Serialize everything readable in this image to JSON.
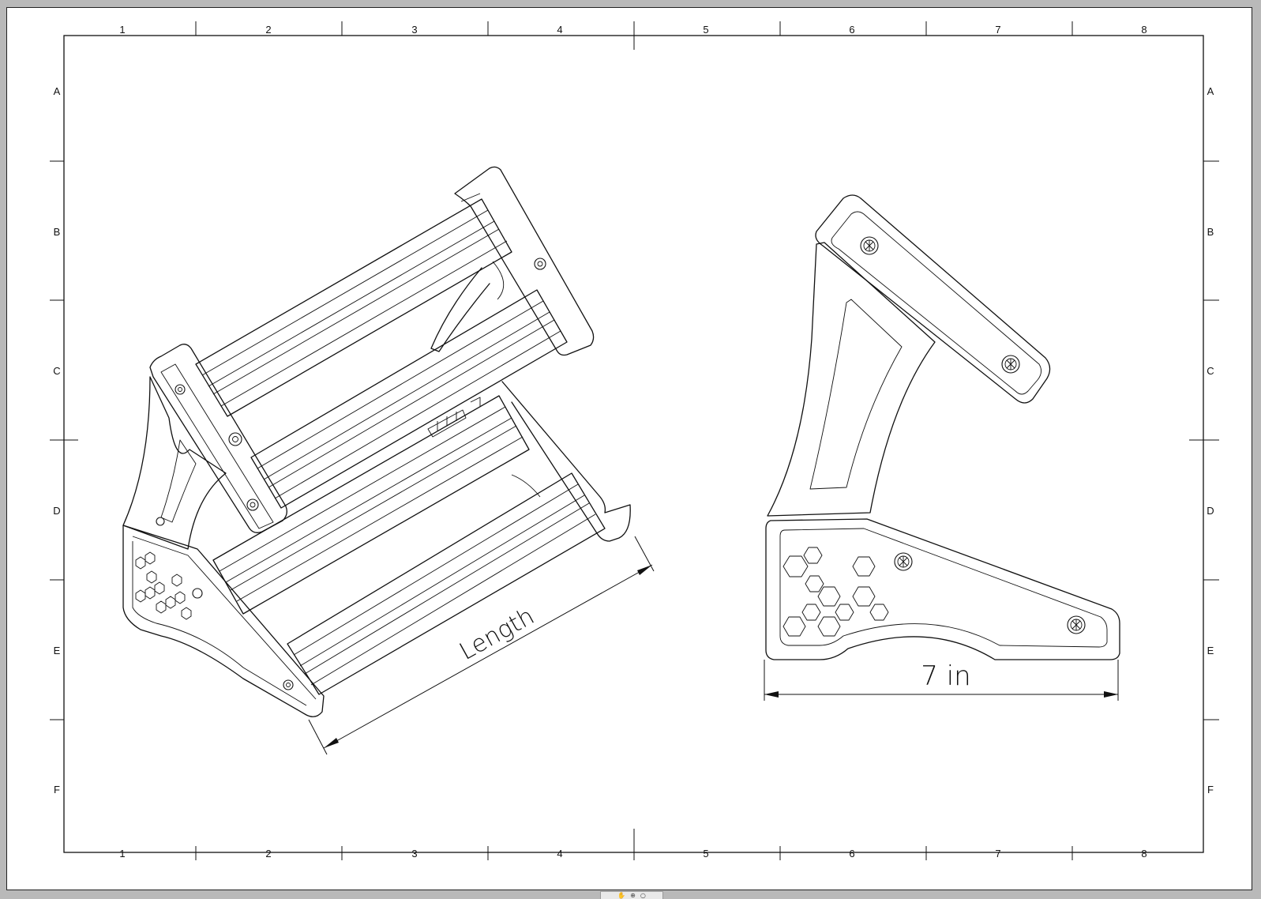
{
  "sheet": {
    "zone_columns": [
      "1",
      "2",
      "3",
      "4",
      "5",
      "6",
      "7",
      "8"
    ],
    "zone_rows": [
      "A",
      "B",
      "C",
      "D",
      "E",
      "F"
    ]
  },
  "dimensions": {
    "length_label": "Length",
    "width_label": "7 in"
  },
  "viewer_toolbar": {
    "icons": [
      "hand-icon",
      "zoom-icon",
      "fit-icon"
    ]
  }
}
